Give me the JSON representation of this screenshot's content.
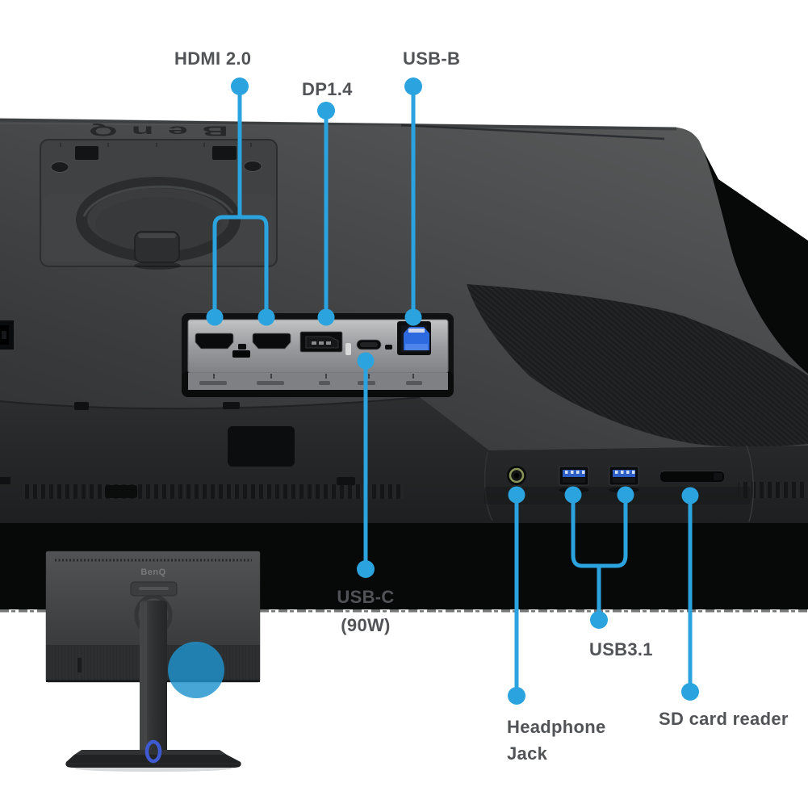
{
  "title": "Monitor rear connectivity diagram",
  "colors": {
    "callout_blue": "#2BA3DE",
    "label_text": "#515356",
    "usb_b_port_blue": "#2E6ADF",
    "usb_a_tongue_blue": "#2D5FC6",
    "headphone_ring_green": "#8A9456",
    "stand_cable_ring_blue": "#3D5AD0",
    "highlight_circle_blue": "#1F93CC",
    "monitor_body_dark": "#37393A",
    "port_plate_silver": "#9A9C9F"
  },
  "branding": {
    "back_logo": "BenQ",
    "small_monitor_logo": "BenQ"
  },
  "callouts": {
    "hdmi": {
      "label": "HDMI 2.0"
    },
    "dp": {
      "label": "DP1.4"
    },
    "usb_b": {
      "label": "USB-B"
    },
    "usb_c": {
      "line1": "USB-C",
      "line2": "(90W)"
    },
    "headphone": {
      "line1": "Headphone",
      "line2": "Jack"
    },
    "usb31": {
      "label": "USB3.1"
    },
    "sd": {
      "label": "SD card reader"
    }
  }
}
